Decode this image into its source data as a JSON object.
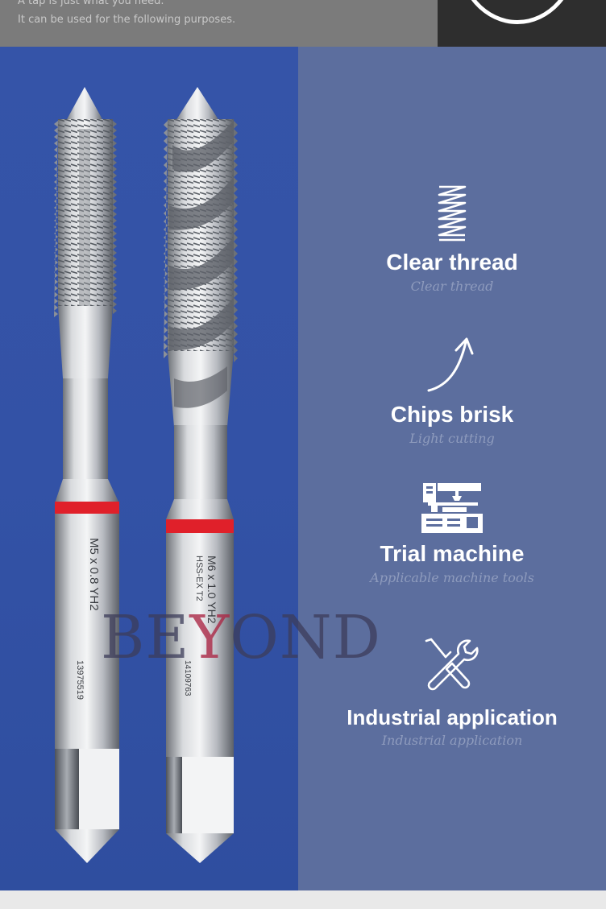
{
  "header": {
    "line1": "A tap is just what you need.",
    "line2": "It can be used for the following purposes."
  },
  "watermark": {
    "text_start": "BE",
    "text_mid": "Y",
    "text_end": "OND"
  },
  "taps": {
    "left_marking": "M5 x 0.8 YH2",
    "left_serial": "13975519",
    "right_marking": "M6 x 1.0 YH2",
    "right_grade": "HSS-EX T2",
    "right_serial": "14109763"
  },
  "features": [
    {
      "title": "Clear thread",
      "subtitle": "Clear thread",
      "icon": "spring-icon"
    },
    {
      "title": "Chips brisk",
      "subtitle": "Light cutting",
      "icon": "curved-arrow-icon"
    },
    {
      "title": "Trial machine",
      "subtitle": "Applicable machine tools",
      "icon": "machine-icon"
    },
    {
      "title": "Industrial application",
      "subtitle": "Industrial application",
      "icon": "wrench-screwdriver-icon"
    }
  ],
  "colors": {
    "left_panel": "#3352a6",
    "right_panel": "#5c6e9e",
    "band_red": "#e0202a",
    "title_text": "#ffffff"
  }
}
